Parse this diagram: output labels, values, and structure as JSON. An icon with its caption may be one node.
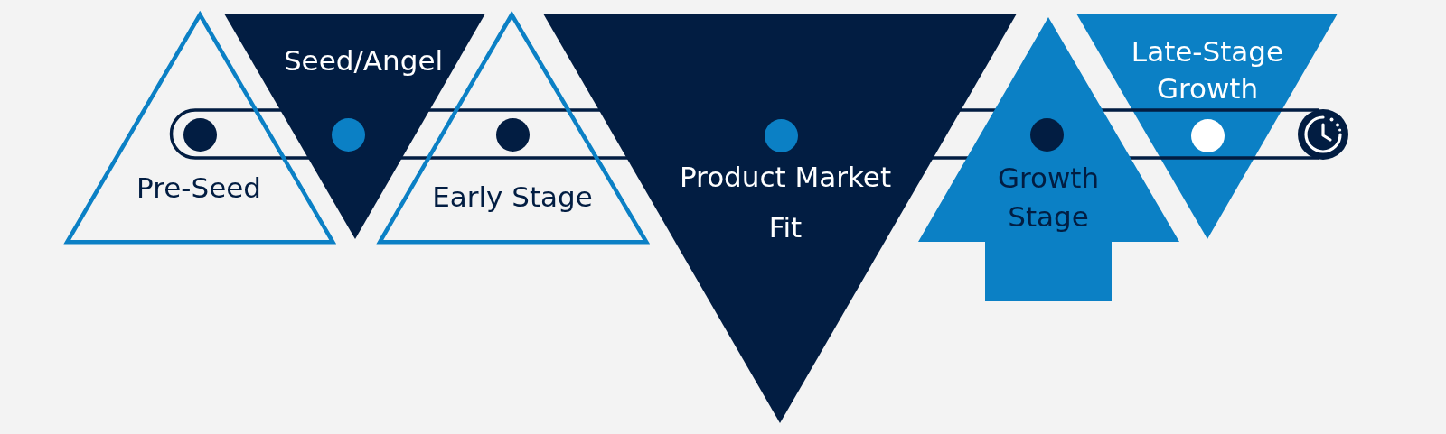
{
  "diagram": {
    "nodes": [
      {
        "text": [
          "Pre-Seed"
        ]
      },
      {
        "text": [
          "Seed/Angel"
        ]
      },
      {
        "text": [
          "Early Stage"
        ]
      },
      {
        "text": [
          "Product Market Fit"
        ]
      },
      {
        "text": [
          "Growth Stage"
        ]
      },
      {
        "text": [
          "Late-Stage Growth"
        ]
      }
    ]
  }
}
